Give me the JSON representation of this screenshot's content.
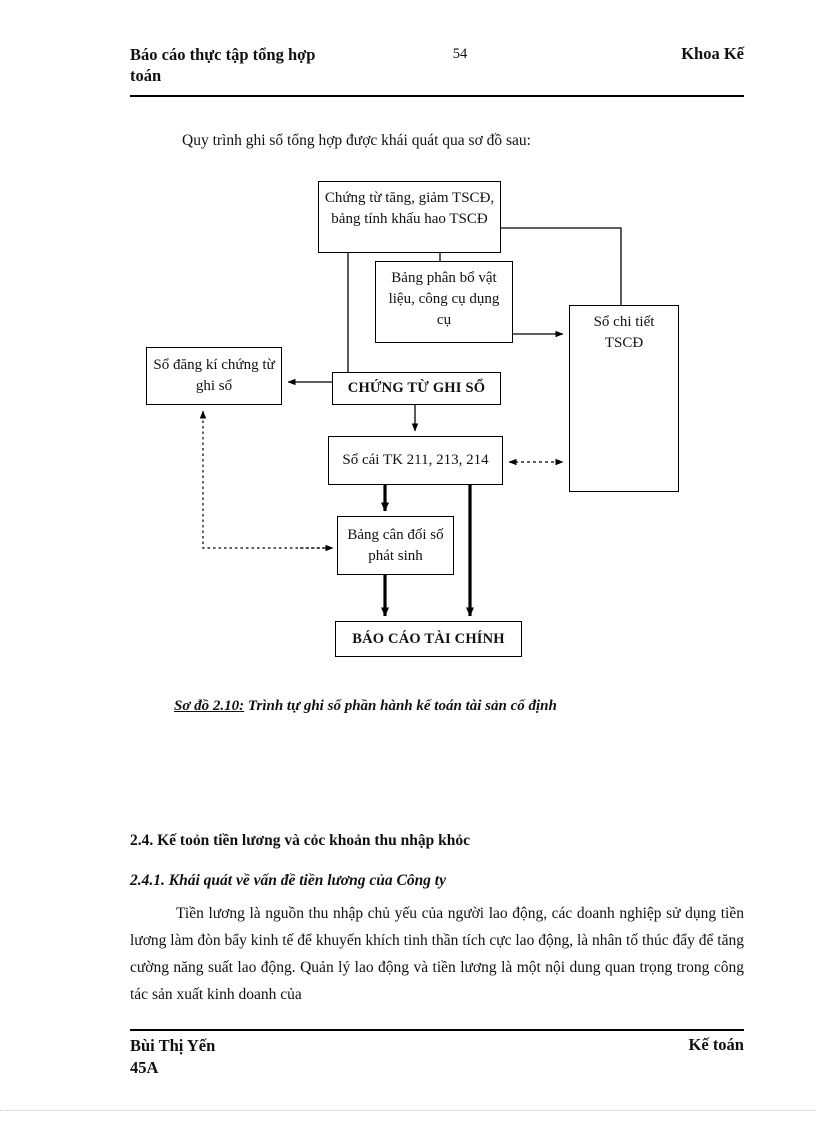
{
  "header": {
    "left_line1": "Báo cáo thực tập tổng hợp",
    "left_line2": "toán",
    "page_number": "54",
    "right": "Khoa Kế"
  },
  "intro": "Quy trình ghi sổ tổng hợp được khái quát qua sơ đồ sau:",
  "diagram": {
    "nodes": {
      "chung_tu": "Chứng từ tăng, giảm TSCĐ, bảng tính khấu hao TSCĐ",
      "bang_phan_bo": "Bảng phân bổ vật liệu, công cụ dụng cụ",
      "so_chi_tiet": "Sổ chi tiết TSCĐ",
      "so_dang_ki": "Sổ đăng kí chứng từ ghi sổ",
      "chung_tu_ghi_so": "CHỨNG TỪ GHI SỔ",
      "so_cai": "Sổ cái TK 211, 213, 214",
      "bang_can_doi": "Bảng cân đối số phát sinh",
      "bao_cao": "BÁO CÁO TÀI CHÍNH"
    }
  },
  "caption": {
    "label": "Sơ đồ 2.10:",
    "text": " Trình tự ghi sổ phần hành kế toán tài sản cố định"
  },
  "section": {
    "heading_2_4": "2.4. Kế toỏn tiền lương và cỏc khoản thu nhập khỏc",
    "heading_2_4_1": "2.4.1. Khái quát về vấn đề tiền lương của Công ty",
    "paragraph": "Tiền lương là nguồn thu nhập chủ yếu của người lao động, các doanh nghiệp sử dụng tiền lương làm đòn bẩy kinh tế để khuyến khích tinh thần tích cực lao động, là nhân tố thúc đẩy để tăng cường năng suất lao động. Quản lý lao động và tiền lương là một nội dung quan trọng trong công tác sản xuất kinh doanh của"
  },
  "footer": {
    "left_line1": "Bùi Thị Yến",
    "left_line2": "45A",
    "right": "Kế toán"
  }
}
